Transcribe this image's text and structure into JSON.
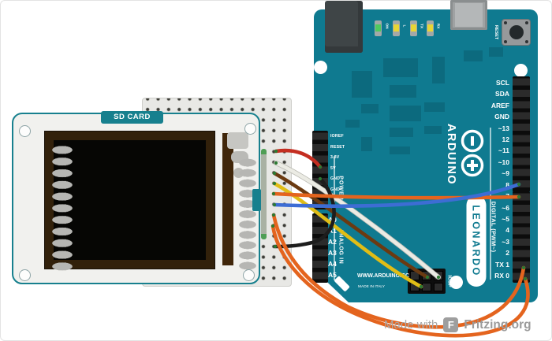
{
  "lcd": {
    "sd_card_label": "SD CARD"
  },
  "arduino": {
    "logo_text": "ARDUINO",
    "model": "LEONARDO",
    "url": "WWW.ARDUINO.CC",
    "origin": "MADE IN ITALY",
    "reset_label": "RESET",
    "icsp_label": "ICSP",
    "digital_label": "DIGITAL (PWM~)",
    "power_label": "POWER",
    "analog_label": "ANALOG IN",
    "led_labels": [
      "ON",
      "L",
      "TX",
      "RX"
    ],
    "right_pins_top": [
      "SCL",
      "SDA",
      "AREF",
      "GND",
      "~13",
      "12",
      "~11",
      "~10",
      "~9",
      "8"
    ],
    "right_pins_bottom": [
      "7",
      "~6",
      "~5",
      "4",
      "~3",
      "2",
      "TX 1",
      "RX 0"
    ],
    "power_pins": [
      "IOREF",
      "RESET",
      "3.3V",
      "5V",
      "GND",
      "GND",
      "VIN"
    ],
    "analog_pins": [
      "A0",
      "A1",
      "A2",
      "A3",
      "A4",
      "A5"
    ]
  },
  "wires": [
    {
      "name": "white-to-icsp",
      "color": "#ebebe4"
    },
    {
      "name": "brown-to-icsp",
      "color": "#6b3a11"
    },
    {
      "name": "yellow-to-icsp",
      "color": "#e0bd16"
    },
    {
      "name": "red-to-5v",
      "color": "#c42e21"
    },
    {
      "name": "black-to-gnd",
      "color": "#1d1d1d"
    },
    {
      "name": "orange-to-d7",
      "color": "#e4641e"
    },
    {
      "name": "blue-to-d8",
      "color": "#3d6dd4"
    },
    {
      "name": "orange-to-tx1",
      "color": "#e4641e"
    },
    {
      "name": "orange-to-rx0",
      "color": "#e4641e"
    }
  ],
  "colors": {
    "arduino_teal": "#0f7a90",
    "lcd_teal": "#17808e",
    "breadboard": "#e8e8e5",
    "led_green": "#4fc95f",
    "led_yellow": "#e8d535",
    "wire_tip_green": "#2c7a33"
  },
  "footer": {
    "made_with": "Made with",
    "brand": "Fritzing.org",
    "logo_icon": "fritzing-logo"
  }
}
